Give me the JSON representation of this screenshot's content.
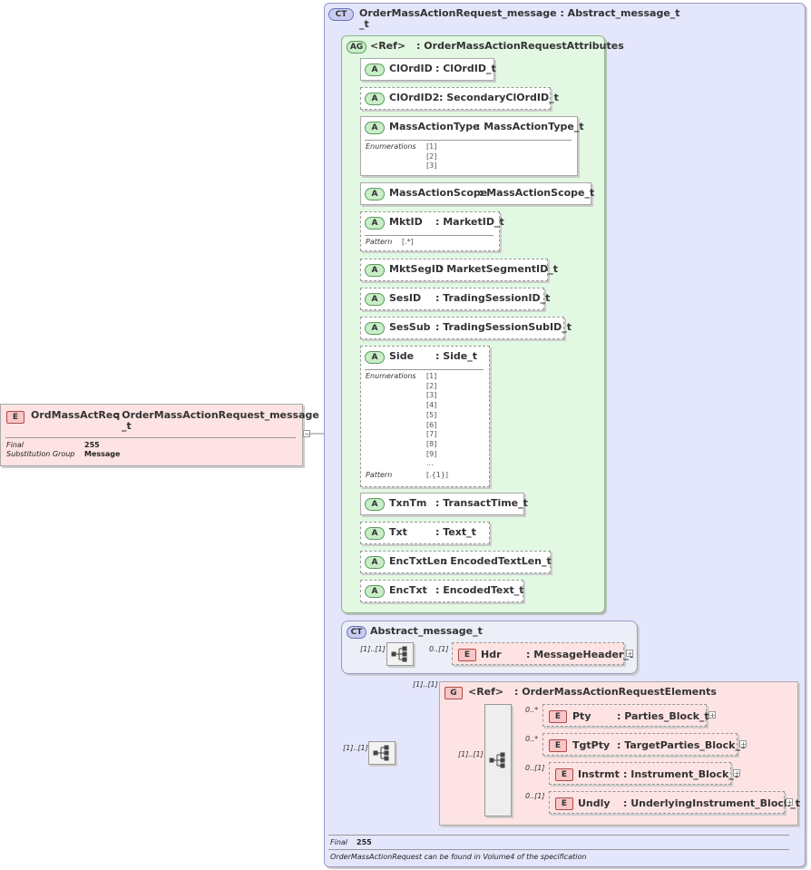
{
  "root_element": {
    "badge": "E",
    "name": "OrdMassActReq",
    "type": ": OrderMassActionRequest_message",
    "type_cont": "_t",
    "props": [
      {
        "label": "Final",
        "value": "255"
      },
      {
        "label": "Substitution Group",
        "value": "Message"
      }
    ],
    "collapse": "−"
  },
  "complex_type": {
    "badge": "CT",
    "title": "OrderMassActionRequest_message : Abstract_message_t",
    "title_cont": "_t",
    "final_label": "Final",
    "final_value": "255",
    "note": "OrderMassActionRequest can be found in Volume4 of the specification"
  },
  "attr_group": {
    "badge": "AG",
    "ref": "<Ref>",
    "type": ": OrderMassActionRequestAttributes",
    "attributes": [
      {
        "badge": "A",
        "name": "ClOrdID",
        "type": ": ClOrdID_t"
      },
      {
        "badge": "A",
        "name": "ClOrdID2",
        "type": ": SecondaryClOrdID_t"
      },
      {
        "badge": "A",
        "name": "MassActionType",
        "type": ": MassActionType_t",
        "facet_label": "Enumerations",
        "facet_values": [
          "[1]",
          "[2]",
          "[3]"
        ]
      },
      {
        "badge": "A",
        "name": "MassActionScope",
        "type": ": MassActionScope_t"
      },
      {
        "badge": "A",
        "name": "MktID",
        "type": ": MarketID_t",
        "facet_label": "Pattern",
        "facet_values": [
          "[.*]"
        ]
      },
      {
        "badge": "A",
        "name": "MktSegID",
        "type": ": MarketSegmentID_t"
      },
      {
        "badge": "A",
        "name": "SesID",
        "type": ": TradingSessionID_t"
      },
      {
        "badge": "A",
        "name": "SesSub",
        "type": ": TradingSessionSubID_t"
      },
      {
        "badge": "A",
        "name": "Side",
        "type": ": Side_t",
        "facet_label": "Enumerations",
        "facet_values": [
          "[1]",
          "[2]",
          "[3]",
          "[4]",
          "[5]",
          "[6]",
          "[7]",
          "[8]",
          "[9]",
          "..."
        ],
        "facet2_label": "Pattern",
        "facet2_value": "[.{1}]"
      },
      {
        "badge": "A",
        "name": "TxnTm",
        "type": ": TransactTime_t"
      },
      {
        "badge": "A",
        "name": "Txt",
        "type": ": Text_t"
      },
      {
        "badge": "A",
        "name": "EncTxtLen",
        "type": ": EncodedTextLen_t"
      },
      {
        "badge": "A",
        "name": "EncTxt",
        "type": ": EncodedText_t"
      }
    ]
  },
  "abstract_type": {
    "badge": "CT",
    "title": "Abstract_message_t",
    "seq_card": "[1]..[1]",
    "hdr": {
      "badge": "E",
      "card": "0..[1]",
      "name": "Hdr",
      "type": ": MessageHeader_t",
      "expand": "+"
    }
  },
  "group": {
    "badge": "G",
    "outer_card": "[1]..[1]",
    "seq_card": "[1]..[1]",
    "ref": "<Ref>",
    "type": ": OrderMassActionRequestElements",
    "inner_seq_card": "[1]..[1]",
    "elements": [
      {
        "badge": "E",
        "card": "0..*",
        "name": "Pty",
        "type": ": Parties_Block_t",
        "expand": "+"
      },
      {
        "badge": "E",
        "card": "0..*",
        "name": "TgtPty",
        "type": ": TargetParties_Block_t",
        "expand": "+"
      },
      {
        "badge": "E",
        "card": "0..[1]",
        "name": "Instrmt",
        "type": ": Instrument_Block_t",
        "expand": "+"
      },
      {
        "badge": "E",
        "card": "0..[1]",
        "name": "Undly",
        "type": ": UnderlyingInstrument_Block_t",
        "expand": "+"
      }
    ]
  },
  "colors": {
    "ct_fill": "#e4e6fb",
    "ag_fill": "#e2f8e2",
    "element_fill": "#fde3e3",
    "connector": "#888888"
  }
}
